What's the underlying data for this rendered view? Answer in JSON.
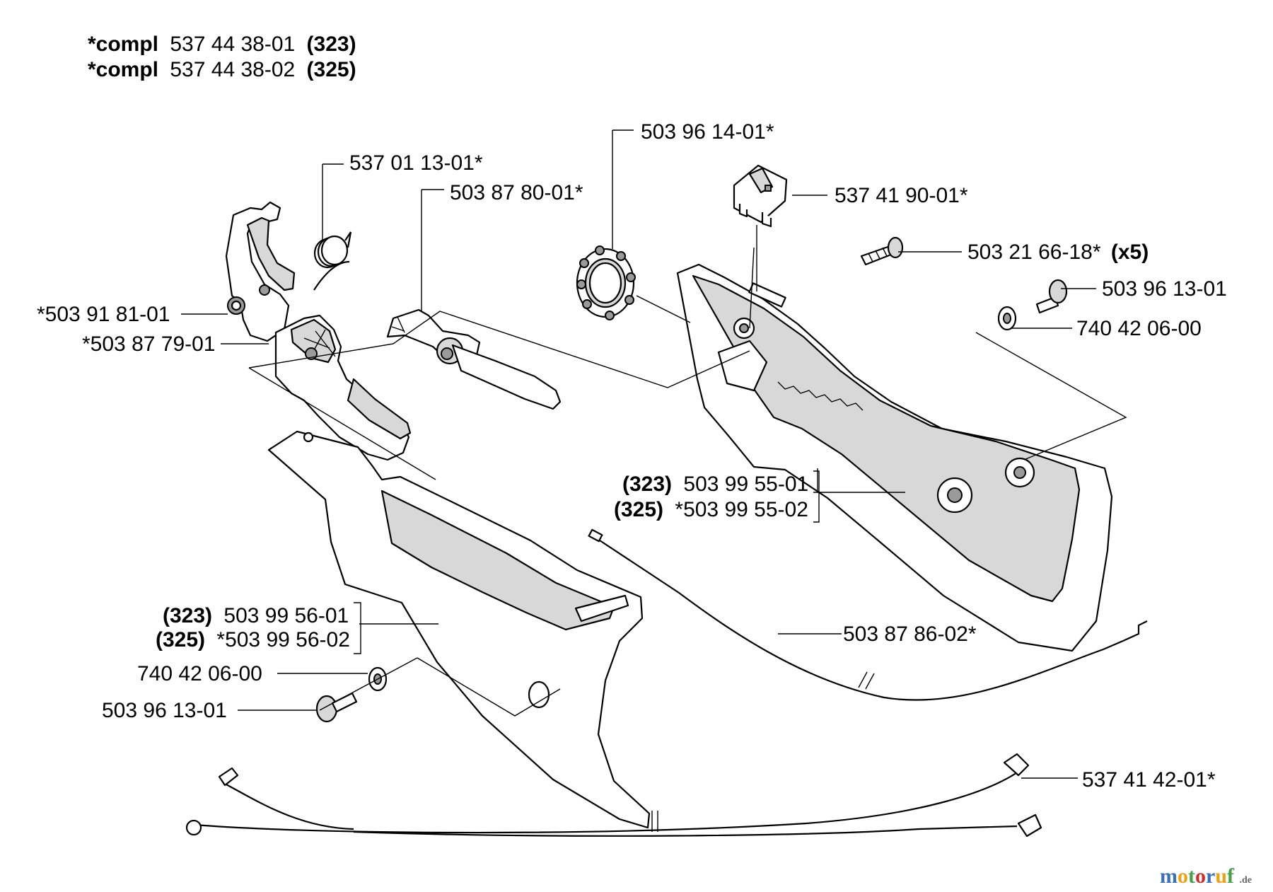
{
  "header": {
    "line1": {
      "prefix": "*compl",
      "number": "537 44 38-01",
      "model": "(323)"
    },
    "line2": {
      "prefix": "*compl",
      "number": "537 44 38-02",
      "model": "(325)"
    }
  },
  "labels": {
    "p_503961401": "503 96 14-01*",
    "p_537011301": "537 01 13-01*",
    "p_503878001": "503 87 80-01*",
    "p_537419001": "537 41 90-01*",
    "p_503216618": "503 21 66-18*",
    "p_503216618_qty": "(x5)",
    "p_503961301_top": "503 96 13-01",
    "p_740420600_top": "740 42 06-00",
    "p_503918101": "*503 91 81-01",
    "p_503877901": "*503 87 79-01",
    "p_handle_right_a_model": "(323)",
    "p_handle_right_a": "503 99 55-01",
    "p_handle_right_b_model": "(325)",
    "p_handle_right_b": "*503 99 55-02",
    "p_503878602": "503 87 86-02*",
    "p_handle_left_a_model": "(323)",
    "p_handle_left_a": "503 99 56-01",
    "p_handle_left_b_model": "(325)",
    "p_handle_left_b": "*503 99 56-02",
    "p_740420600_bottom": "740 42 06-00",
    "p_503961301_bottom": "503 96 13-01",
    "p_537414201": "537 41 42-01*"
  },
  "watermark": {
    "brand": "motoruf",
    "suffix": ".de",
    "colors": [
      "#3d6fb6",
      "#e8a21c",
      "#4aa04a",
      "#c9302c",
      "#3d6fb6",
      "#e8a21c",
      "#4aa04a"
    ]
  }
}
